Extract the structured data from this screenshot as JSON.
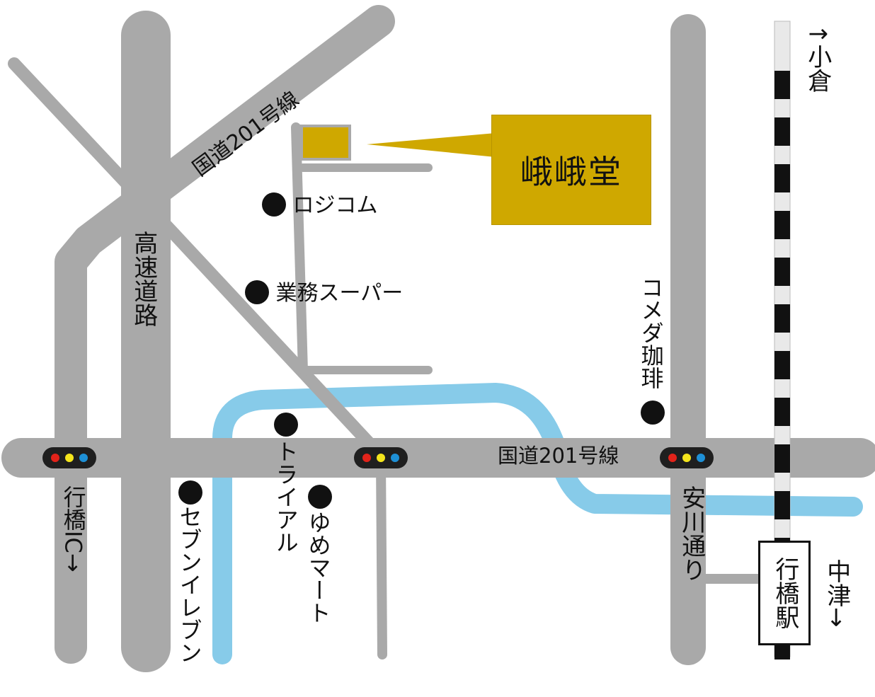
{
  "destination": {
    "name": "峨峨堂",
    "color": "#cfa800"
  },
  "roads": {
    "route201_upper": "国道201号線",
    "route201_lower": "国道201号線",
    "expressway": "高速道路",
    "yasukawa": "安川通り"
  },
  "landmarks": {
    "logicom": "ロジコム",
    "gyomu_super": "業務スーパー",
    "komeda": "コメダ珈琲",
    "trial": "トライアル",
    "yumemart": "ゆめマート",
    "seven_eleven": "セブンイレブン"
  },
  "directions": {
    "kokura": "↑小倉",
    "nakatsu": "中津→",
    "yukuhashi_ic": "行橋IC→"
  },
  "station": {
    "name": "行橋駅"
  },
  "colors": {
    "road": "#a9a9a9",
    "river": "#87cbe9",
    "rail_dark": "#111111",
    "rail_light": "#e9e9e9",
    "signal_red": "#e2231a",
    "signal_yellow": "#f4e51c",
    "signal_blue": "#1e90d6"
  }
}
